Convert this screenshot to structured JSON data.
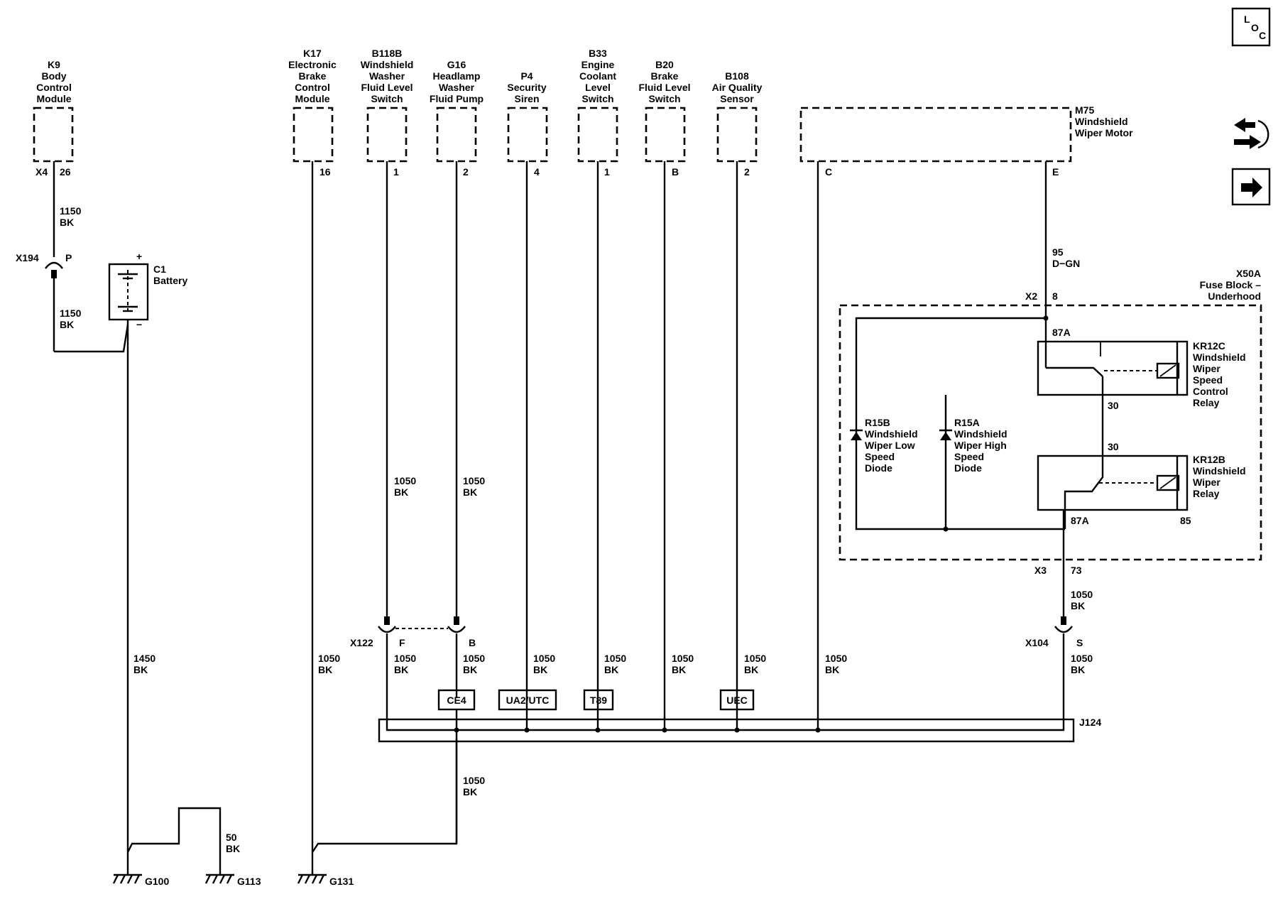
{
  "icons": {
    "loc": [
      "L",
      "O",
      "C"
    ]
  },
  "components": {
    "k9": {
      "id": "K9",
      "lines": [
        "Body",
        "Control",
        "Module"
      ],
      "connector": "X4",
      "pin": "26"
    },
    "k17": {
      "id": "K17",
      "lines": [
        "Electronic",
        "Brake",
        "Control",
        "Module"
      ],
      "pin": "16"
    },
    "b118b": {
      "id": "B118B",
      "lines": [
        "Windshield",
        "Washer",
        "Fluid Level",
        "Switch"
      ],
      "pin": "1"
    },
    "g16": {
      "id": "G16",
      "lines": [
        "Headlamp",
        "Washer",
        "Fluid Pump"
      ],
      "pin": "2"
    },
    "p4": {
      "id": "P4",
      "lines": [
        "Security",
        "Siren"
      ],
      "pin": "4"
    },
    "b33": {
      "id": "B33",
      "lines": [
        "Engine",
        "Coolant",
        "Level",
        "Switch"
      ],
      "pin": "1"
    },
    "b20": {
      "id": "B20",
      "lines": [
        "Brake",
        "Fluid Level",
        "Switch"
      ],
      "pin": "B"
    },
    "b108": {
      "id": "B108",
      "lines": [
        "Air Quality",
        "Sensor"
      ],
      "pin": "2"
    },
    "m75": {
      "id": "M75",
      "lines": [
        "Windshield",
        "Wiper Motor"
      ],
      "pin_c": "C",
      "pin_e": "E"
    },
    "c1": {
      "id": "C1",
      "name": "Battery",
      "plus": "+",
      "minus": "−"
    },
    "x50a": {
      "id": "X50A",
      "lines": [
        "Fuse Block –",
        "Underhood"
      ]
    },
    "kr12c": {
      "id": "KR12C",
      "lines": [
        "Windshield",
        "Wiper",
        "Speed",
        "Control",
        "Relay"
      ]
    },
    "kr12b": {
      "id": "KR12B",
      "lines": [
        "Windshield",
        "Wiper",
        "Relay"
      ]
    },
    "r15b": {
      "id": "R15B",
      "lines": [
        "Windshield",
        "Wiper Low",
        "Speed",
        "Diode"
      ]
    },
    "r15a": {
      "id": "R15A",
      "lines": [
        "Windshield",
        "Wiper High",
        "Speed",
        "Diode"
      ]
    }
  },
  "connectors": {
    "x194": {
      "id": "X194",
      "pin": "P"
    },
    "x122": {
      "id": "X122",
      "pin_f": "F",
      "pin_b": "B"
    },
    "x104": {
      "id": "X104",
      "pin": "S"
    },
    "x2": {
      "id": "X2",
      "pin": "8"
    },
    "x3": {
      "id": "X3",
      "pin": "73"
    },
    "j124": {
      "id": "J124"
    }
  },
  "relay_pins": {
    "kr12c_87a": "87A",
    "kr12c_30": "30",
    "kr12b_30": "30",
    "kr12b_87a": "87A",
    "kr12b_85": "85"
  },
  "wires": {
    "k9_a": {
      "circuit": "1150",
      "color": "BK"
    },
    "k9_b": {
      "circuit": "1150",
      "color": "BK"
    },
    "battery": {
      "circuit": "1450",
      "color": "BK"
    },
    "k17": {
      "circuit": "1050",
      "color": "BK"
    },
    "b118b_top": {
      "circuit": "1050",
      "color": "BK"
    },
    "g16_top": {
      "circuit": "1050",
      "color": "BK"
    },
    "b118b_bot": {
      "circuit": "1050",
      "color": "BK"
    },
    "g16_bot": {
      "circuit": "1050",
      "color": "BK"
    },
    "p4": {
      "circuit": "1050",
      "color": "BK"
    },
    "b33": {
      "circuit": "1050",
      "color": "BK"
    },
    "b20": {
      "circuit": "1050",
      "color": "BK"
    },
    "b108": {
      "circuit": "1050",
      "color": "BK"
    },
    "m75_c": {
      "circuit": "1050",
      "color": "BK"
    },
    "m75_e": {
      "circuit": "95",
      "color": "D−GN"
    },
    "x3": {
      "circuit": "1050",
      "color": "BK"
    },
    "x104": {
      "circuit": "1050",
      "color": "BK"
    },
    "j124_out": {
      "circuit": "1050",
      "color": "BK"
    },
    "g113": {
      "circuit": "50",
      "color": "BK"
    }
  },
  "options": {
    "ce4": "CE4",
    "ua2": "UA2/UTC",
    "t89": "T89",
    "uec": "UEC"
  },
  "grounds": {
    "g100": "G100",
    "g113": "G113",
    "g131": "G131"
  }
}
